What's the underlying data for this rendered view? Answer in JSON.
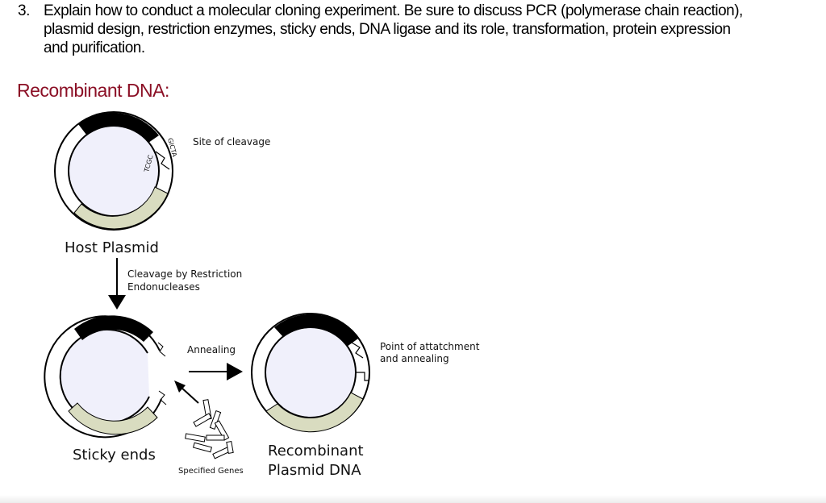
{
  "question": {
    "number": "3.",
    "lines": [
      "Explain how to conduct a molecular cloning experiment. Be sure to discuss PCR (polymerase chain reaction),",
      "plasmid design, restriction enzymes, sticky ends, DNA ligase and its role, transformation, protein expression",
      "and purification."
    ]
  },
  "heading": "Recombinant DNA:",
  "diagram": {
    "site_of_cleavage": "Site of cleavage",
    "host_plasmid": "Host Plasmid",
    "cleavage_line1": "Cleavage by Restriction",
    "cleavage_line2": "Endonucleases",
    "annealing": "Annealing",
    "point_line1": "Point of attatchment",
    "point_line2": "and annealing",
    "sticky_ends": "Sticky ends",
    "specified_genes": "Specified Genes",
    "recombinant_line1": "Recombinant",
    "recombinant_line2": "Plasmid DNA",
    "sequence_left": "TCGC",
    "sequence_right": "GICTA"
  },
  "colors": {
    "heading": "#8b0f25",
    "plasmid_inner": "#f0f0fb",
    "plasmid_dark": "#000000",
    "plasmid_band": "#d9dcc0"
  }
}
